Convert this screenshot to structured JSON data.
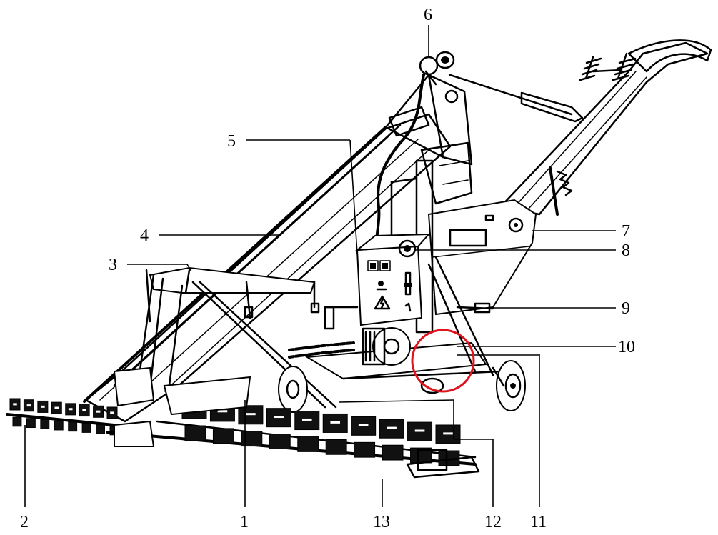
{
  "figure": {
    "labels": [
      {
        "id": "label-1",
        "text": "1"
      },
      {
        "id": "label-2",
        "text": "2"
      },
      {
        "id": "label-3",
        "text": "3"
      },
      {
        "id": "label-4",
        "text": "4"
      },
      {
        "id": "label-5",
        "text": "5"
      },
      {
        "id": "label-6",
        "text": "6"
      },
      {
        "id": "label-7",
        "text": "7"
      },
      {
        "id": "label-8",
        "text": "8"
      },
      {
        "id": "label-9",
        "text": "9"
      },
      {
        "id": "label-10",
        "text": "10"
      },
      {
        "id": "label-11",
        "text": "11"
      },
      {
        "id": "label-12",
        "text": "12"
      },
      {
        "id": "label-13",
        "text": "13"
      }
    ],
    "highlight_color": "#e0141e",
    "ink_color": "#000000"
  }
}
